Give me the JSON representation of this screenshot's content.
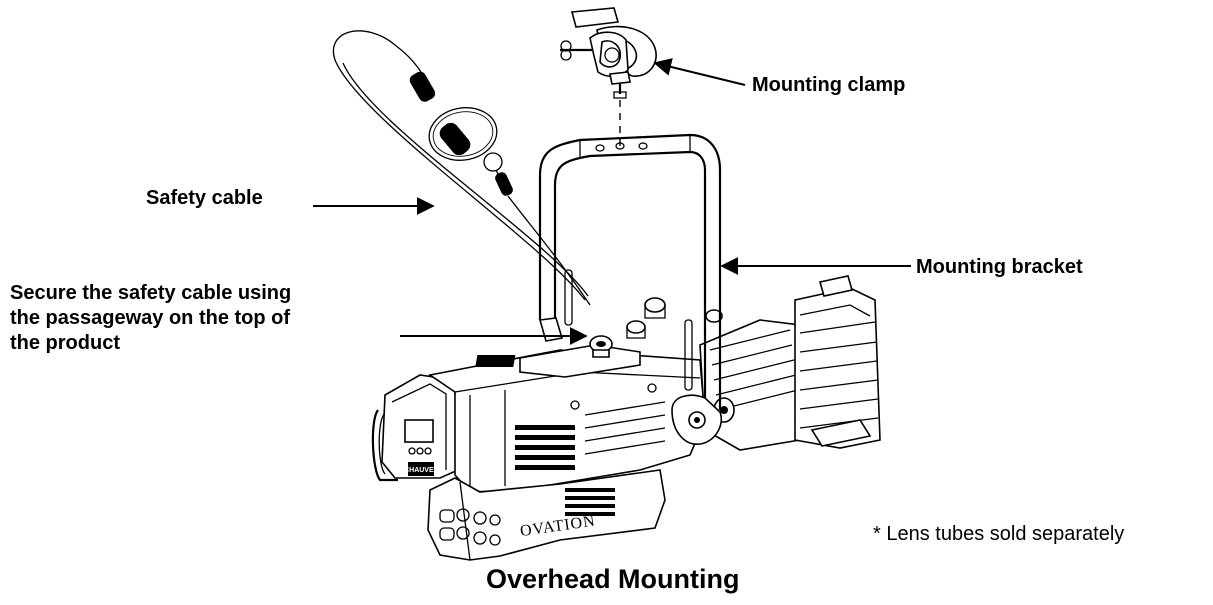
{
  "labels": {
    "mounting_clamp": "Mounting clamp",
    "safety_cable": "Safety cable",
    "mounting_bracket": "Mounting bracket",
    "secure_lines": [
      "Secure the safety cable using",
      "the passageway on the top of",
      "the product"
    ]
  },
  "product_marking": "OVATION",
  "display_marking": "CHAUVET",
  "note": "* Lens tubes sold separately",
  "caption": "Overhead Mounting"
}
